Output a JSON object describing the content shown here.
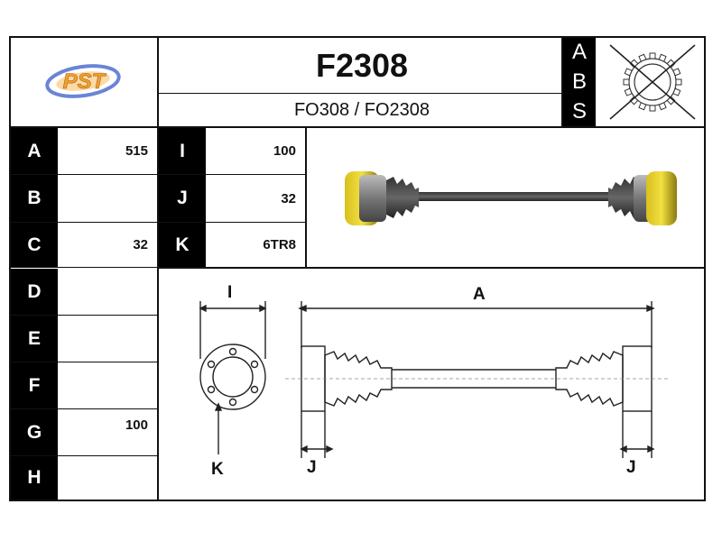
{
  "header": {
    "logo_text": "PST",
    "part_number": "F2308",
    "oem_refs": "FO308 / FO2308"
  },
  "abs_label": [
    "A",
    "B",
    "S"
  ],
  "specs": {
    "left": [
      {
        "key": "A",
        "value": "515"
      },
      {
        "key": "B",
        "value": ""
      },
      {
        "key": "C",
        "value": "32"
      },
      {
        "key": "D",
        "value": ""
      },
      {
        "key": "E",
        "value": ""
      },
      {
        "key": "F",
        "value": ""
      },
      {
        "key": "G",
        "value": "100"
      },
      {
        "key": "H",
        "value": ""
      }
    ],
    "right": [
      {
        "key": "I",
        "value": "100"
      },
      {
        "key": "J",
        "value": "32"
      },
      {
        "key": "K",
        "value": "6TR8"
      }
    ]
  },
  "diagram_labels": {
    "flange_width": "I",
    "overall_length": "A",
    "spline_left": "J",
    "spline_right": "J",
    "bolt_holes": "K"
  },
  "colors": {
    "logo_orange": "#f0a030",
    "logo_blue": "#6a84d6",
    "boot_yellow": "#e8d020",
    "shaft_gray": "#555555"
  }
}
